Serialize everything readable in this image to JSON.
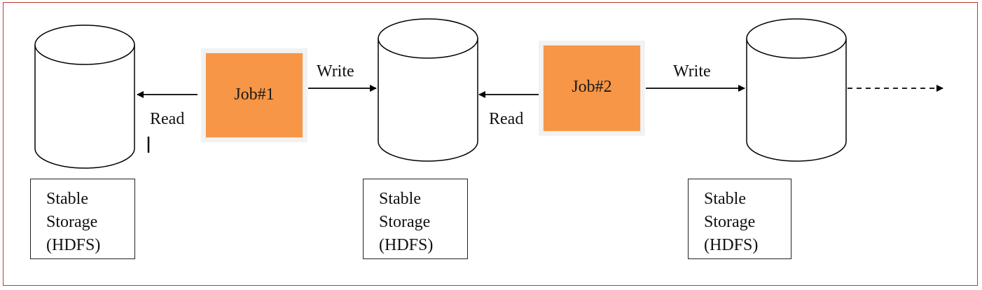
{
  "jobs": [
    {
      "label": "Job#1"
    },
    {
      "label": "Job#2"
    }
  ],
  "edges": {
    "read_1": "Read",
    "write_1": "Write",
    "read_2": "Read",
    "write_2": "Write"
  },
  "storage": [
    {
      "line1": "Stable",
      "line2": "Storage",
      "line3": "(HDFS)"
    },
    {
      "line1": "Stable",
      "line2": "Storage",
      "line3": "(HDFS)"
    },
    {
      "line1": "Stable",
      "line2": "Storage",
      "line3": "(HDFS)"
    }
  ],
  "colors": {
    "job_fill": "#f79646",
    "frame_border": "#c0392b",
    "line": "#000000"
  },
  "icons": [
    "cylinder-icon",
    "arrow-left-icon",
    "arrow-right-icon",
    "dashed-arrow-right-icon"
  ]
}
